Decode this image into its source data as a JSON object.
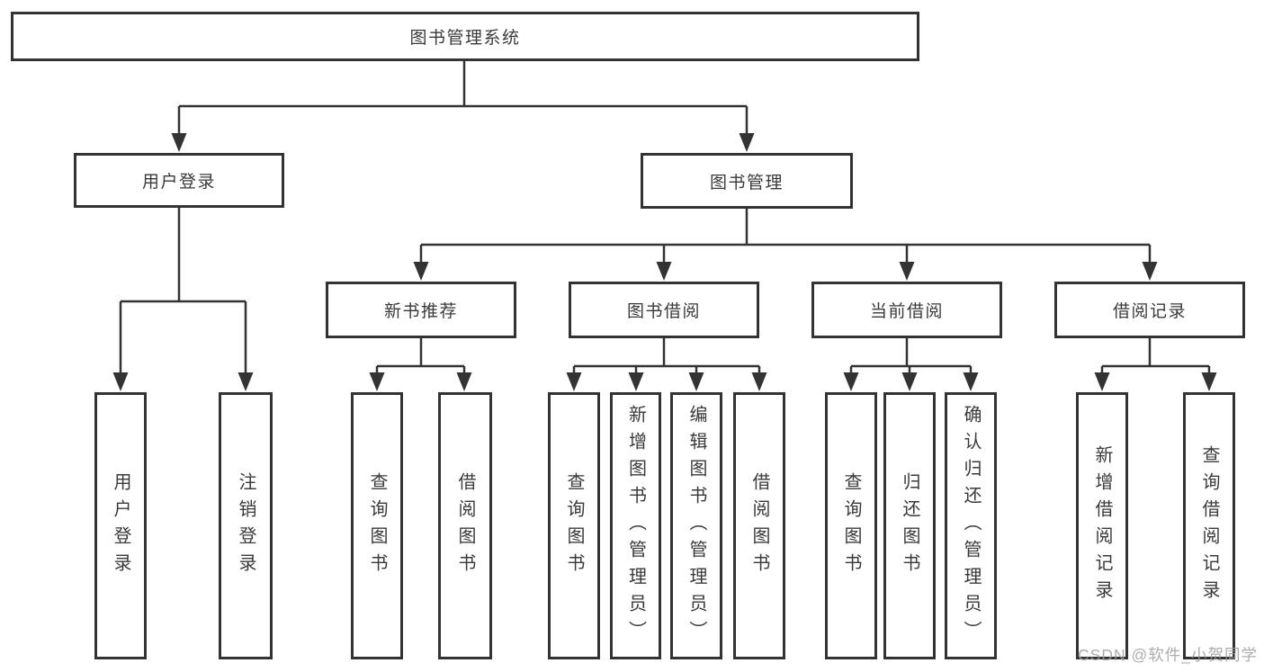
{
  "diagram": {
    "title": "图书管理系统",
    "children": [
      {
        "label": "用户登录",
        "children": [
          {
            "label": "用户登录"
          },
          {
            "label": "注销登录"
          }
        ]
      },
      {
        "label": "图书管理",
        "children": [
          {
            "label": "新书推荐",
            "children": [
              {
                "label": "查询图书"
              },
              {
                "label": "借阅图书"
              }
            ]
          },
          {
            "label": "图书借阅",
            "children": [
              {
                "label": "查询图书"
              },
              {
                "label": "新增图书（管理员）"
              },
              {
                "label": "编辑图书（管理员）"
              },
              {
                "label": "借阅图书"
              }
            ]
          },
          {
            "label": "当前借阅",
            "children": [
              {
                "label": "查询图书"
              },
              {
                "label": "归还图书"
              },
              {
                "label": "确认归还（管理员）"
              }
            ]
          },
          {
            "label": "借阅记录",
            "children": [
              {
                "label": "新增借阅记录"
              },
              {
                "label": "查询借阅记录"
              }
            ]
          }
        ]
      }
    ]
  },
  "watermark": {
    "text": "CSDN @软件_小贺同学"
  },
  "colors": {
    "line": "#333333",
    "box_border": "#333333",
    "text": "#3a3a3a",
    "watermark": "#9e9e9e",
    "background": "#ffffff"
  }
}
